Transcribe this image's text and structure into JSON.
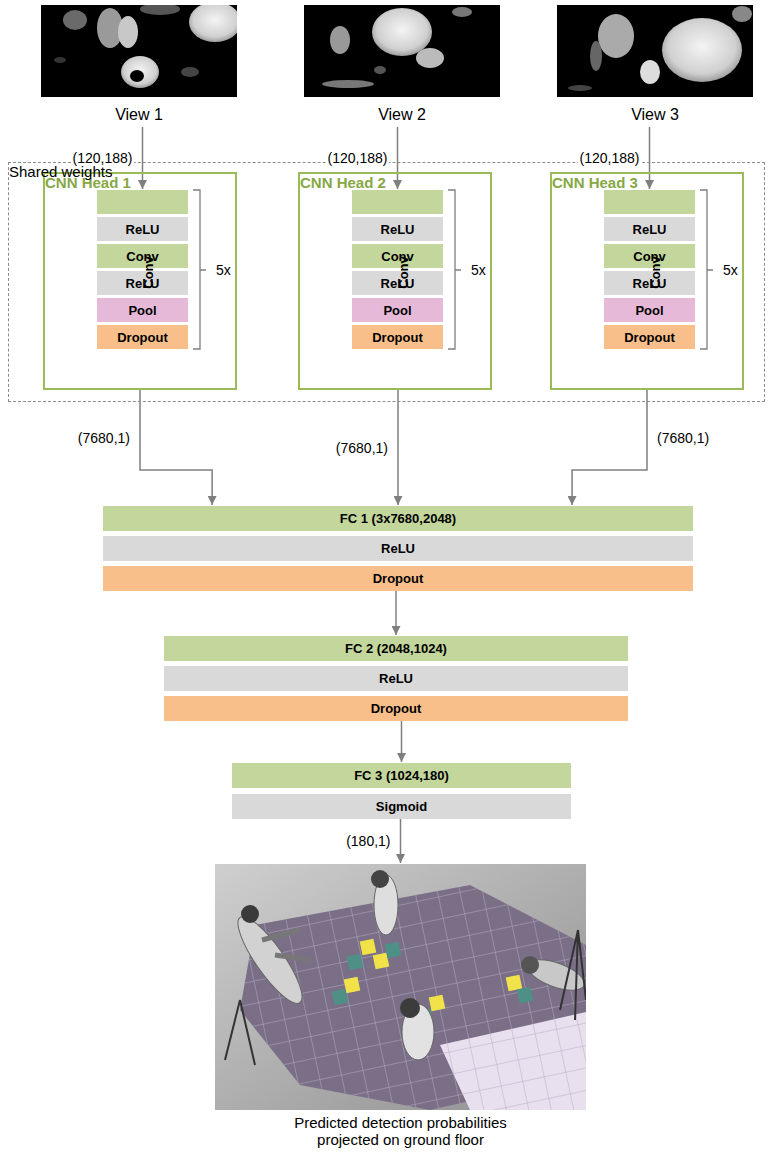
{
  "diagram": {
    "nodes": [
      {
        "text": [
          "View 1"
        ]
      },
      {
        "text": [
          "View 2"
        ]
      },
      {
        "text": [
          "View 3"
        ]
      },
      {
        "text": [
          "Shared weights"
        ]
      },
      {
        "text": [
          "CNN Head 1"
        ],
        "in": 3
      },
      {
        "text": [
          "Conv"
        ],
        "in": 4
      },
      {
        "text": [
          "ReLU"
        ],
        "in": 4
      },
      {
        "text": [
          "Conv"
        ],
        "in": 4
      },
      {
        "text": [
          "ReLU"
        ],
        "in": 4
      },
      {
        "text": [
          "Pool"
        ],
        "in": 4
      },
      {
        "text": [
          "Dropout"
        ],
        "in": 4
      },
      {
        "text": [
          "CNN Head 2"
        ],
        "in": 3
      },
      {
        "text": [
          "Conv"
        ],
        "in": 11
      },
      {
        "text": [
          "ReLU"
        ],
        "in": 11
      },
      {
        "text": [
          "Conv"
        ],
        "in": 11
      },
      {
        "text": [
          "ReLU"
        ],
        "in": 11
      },
      {
        "text": [
          "Pool"
        ],
        "in": 11
      },
      {
        "text": [
          "Dropout"
        ],
        "in": 11
      },
      {
        "text": [
          "CNN Head 3"
        ],
        "in": 3
      },
      {
        "text": [
          "Conv"
        ],
        "in": 18
      },
      {
        "text": [
          "ReLU"
        ],
        "in": 18
      },
      {
        "text": [
          "Conv"
        ],
        "in": 18
      },
      {
        "text": [
          "ReLU"
        ],
        "in": 18
      },
      {
        "text": [
          "Pool"
        ],
        "in": 18
      },
      {
        "text": [
          "Dropout"
        ],
        "in": 18
      },
      {
        "text": [
          "FC 1 (3x7680,2048)"
        ]
      },
      {
        "text": [
          "ReLU"
        ]
      },
      {
        "text": [
          "Dropout"
        ]
      },
      {
        "text": [
          "FC 2 (2048,1024)"
        ]
      },
      {
        "text": [
          "ReLU"
        ]
      },
      {
        "text": [
          "Dropout"
        ]
      },
      {
        "text": [
          "FC 3 (1024,180)"
        ]
      },
      {
        "text": [
          "Sigmoid"
        ]
      },
      {
        "text": [
          "Predicted detection probabilities projected on ground floor"
        ]
      }
    ],
    "edges": [
      {
        "from": 0,
        "to": 5,
        "arrow": "to",
        "label": "(120,188)"
      },
      {
        "from": 1,
        "to": 12,
        "arrow": "to",
        "label": "(120,188)"
      },
      {
        "from": 2,
        "to": 19,
        "arrow": "to",
        "label": "(120,188)"
      },
      {
        "from": 4,
        "to": 25,
        "arrow": "to",
        "label": "(7680,1)"
      },
      {
        "from": 11,
        "to": 25,
        "arrow": "to",
        "label": "(7680,1)"
      },
      {
        "from": 18,
        "to": 25,
        "arrow": "to",
        "label": "(7680,1)"
      },
      {
        "from": 27,
        "to": 28,
        "arrow": "to"
      },
      {
        "from": 30,
        "to": 31,
        "arrow": "to"
      },
      {
        "from": 32,
        "to": 33,
        "arrow": "to",
        "label": "(180,1)"
      }
    ],
    "labels": [
      "5x",
      "5x",
      "5x"
    ]
  }
}
